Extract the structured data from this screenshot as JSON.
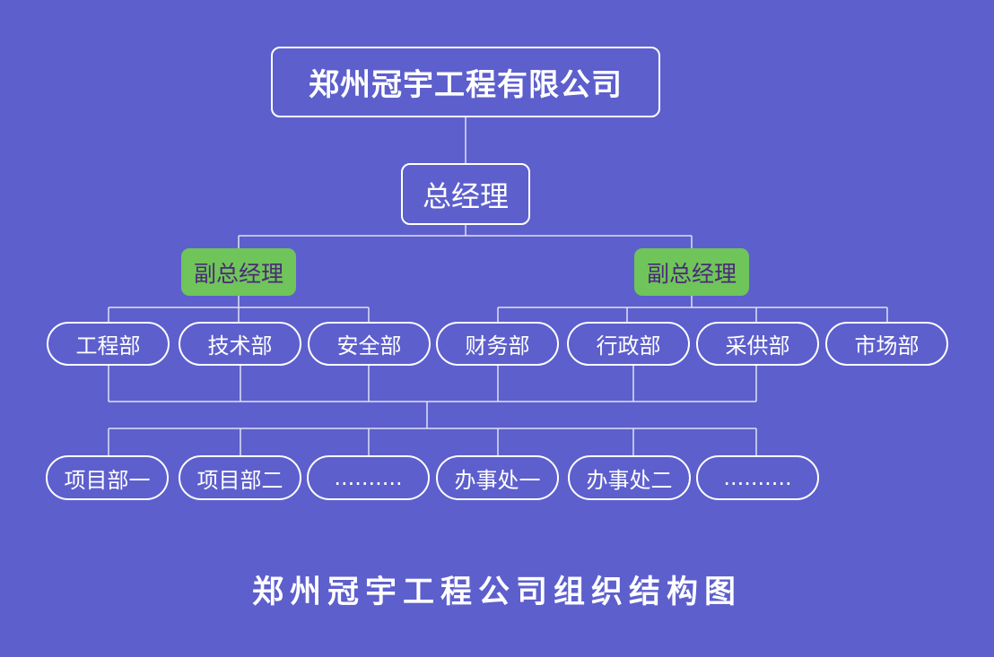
{
  "company": "郑州冠宇工程有限公司",
  "general_manager": "总经理",
  "vice_managers": [
    "副总经理",
    "副总经理"
  ],
  "departments": [
    "工程部",
    "技术部",
    "安全部",
    "财务部",
    "行政部",
    "采供部",
    "市场部"
  ],
  "units": [
    "项目部一",
    "项目部二",
    "..........",
    "办事处一",
    "办事处二",
    ".........."
  ],
  "caption": "郑州冠宇工程公司组织结构图",
  "colors": {
    "background": "#5d5fcd",
    "vp_fill": "#6fc45a",
    "vp_text": "#4a2a78",
    "line": "#ffffff"
  }
}
